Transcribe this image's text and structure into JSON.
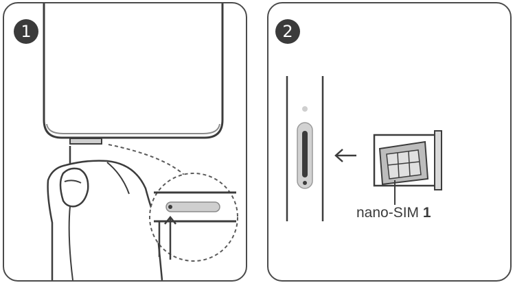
{
  "steps": [
    {
      "number": "1"
    },
    {
      "number": "2"
    }
  ],
  "sim": {
    "label": "nano-SIM",
    "slot_number": "1"
  },
  "colors": {
    "line": "#3c3c3c",
    "device_fill": "#d9d9d9",
    "slot_fill": "#cfcfcf",
    "dashed": "#5a5a5a"
  },
  "icons": [
    "arrow-up-icon",
    "arrow-left-icon"
  ]
}
